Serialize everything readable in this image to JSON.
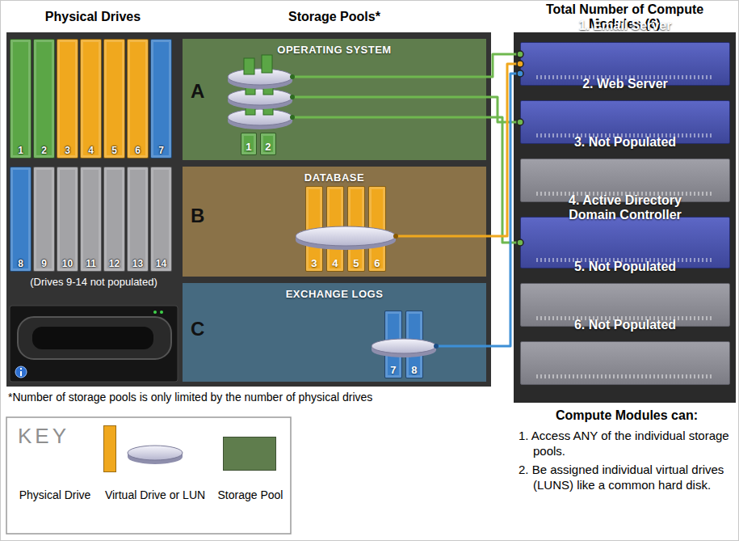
{
  "diagram": {
    "nodes": [
      {
        "text": [
          "1"
        ]
      },
      {
        "text": [
          "2"
        ]
      },
      {
        "text": [
          "3"
        ]
      },
      {
        "text": [
          "4"
        ]
      },
      {
        "text": [
          "5"
        ]
      },
      {
        "text": [
          "6"
        ]
      },
      {
        "text": [
          "7"
        ]
      },
      {
        "text": [
          "8"
        ]
      },
      {
        "text": [
          "9"
        ]
      },
      {
        "text": [
          "10"
        ]
      },
      {
        "text": [
          "11"
        ]
      },
      {
        "text": [
          "12"
        ]
      },
      {
        "text": [
          "13"
        ]
      },
      {
        "text": [
          "14"
        ]
      },
      {
        "text": [
          "OPERATING SYSTEM",
          "A"
        ]
      },
      {
        "text": [
          "1"
        ],
        "in": 14
      },
      {
        "text": [
          "2"
        ],
        "in": 14
      },
      {
        "text": [
          "DATABASE",
          "B"
        ]
      },
      {
        "text": [
          "3"
        ],
        "in": 17
      },
      {
        "text": [
          "4"
        ],
        "in": 17
      },
      {
        "text": [
          "5"
        ],
        "in": 17
      },
      {
        "text": [
          "6"
        ],
        "in": 17
      },
      {
        "text": [
          "EXCHANGE LOGS",
          "C"
        ]
      },
      {
        "text": [
          "7"
        ],
        "in": 22
      },
      {
        "text": [
          "8"
        ],
        "in": 22
      },
      {
        "text": [
          "Total Number of Compute Modules (6)"
        ]
      },
      {
        "text": [
          "1. Email Server"
        ],
        "in": 25
      },
      {
        "text": [
          "2. Web Server"
        ],
        "in": 25
      },
      {
        "text": [
          "3. Not Populated"
        ],
        "in": 25
      },
      {
        "text": [
          "4. Active Directory Domain Controller"
        ],
        "in": 25
      },
      {
        "text": [
          "5. Not Populated"
        ],
        "in": 25
      },
      {
        "text": [
          "6. Not Populated"
        ],
        "in": 25
      }
    ],
    "edges": [
      {
        "from": 14,
        "to": 26,
        "arrow": "none"
      },
      {
        "from": 14,
        "to": 27,
        "arrow": "none"
      },
      {
        "from": 14,
        "to": 29,
        "arrow": "none"
      },
      {
        "from": 17,
        "to": 26,
        "arrow": "none"
      },
      {
        "from": 22,
        "to": 26,
        "arrow": "none"
      }
    ],
    "labels": [
      "Physical Drives",
      "Storage Pools*",
      "(Drives 9-14 not populated)",
      "*Number of storage pools is only limited by the number of physical drives",
      "KEY",
      "Compute Modules can:",
      "1. Access ANY of the individual storage pools.",
      "2. Be assigned individual virtual drives (LUNS) like a common hard disk."
    ],
    "legend": [
      {
        "text": "Physical Drive",
        "color": "#f0a81e"
      },
      {
        "text": "Virtual Drive or LUN"
      },
      {
        "text": "Storage Pool",
        "color": "#5f7d4d"
      }
    ]
  }
}
